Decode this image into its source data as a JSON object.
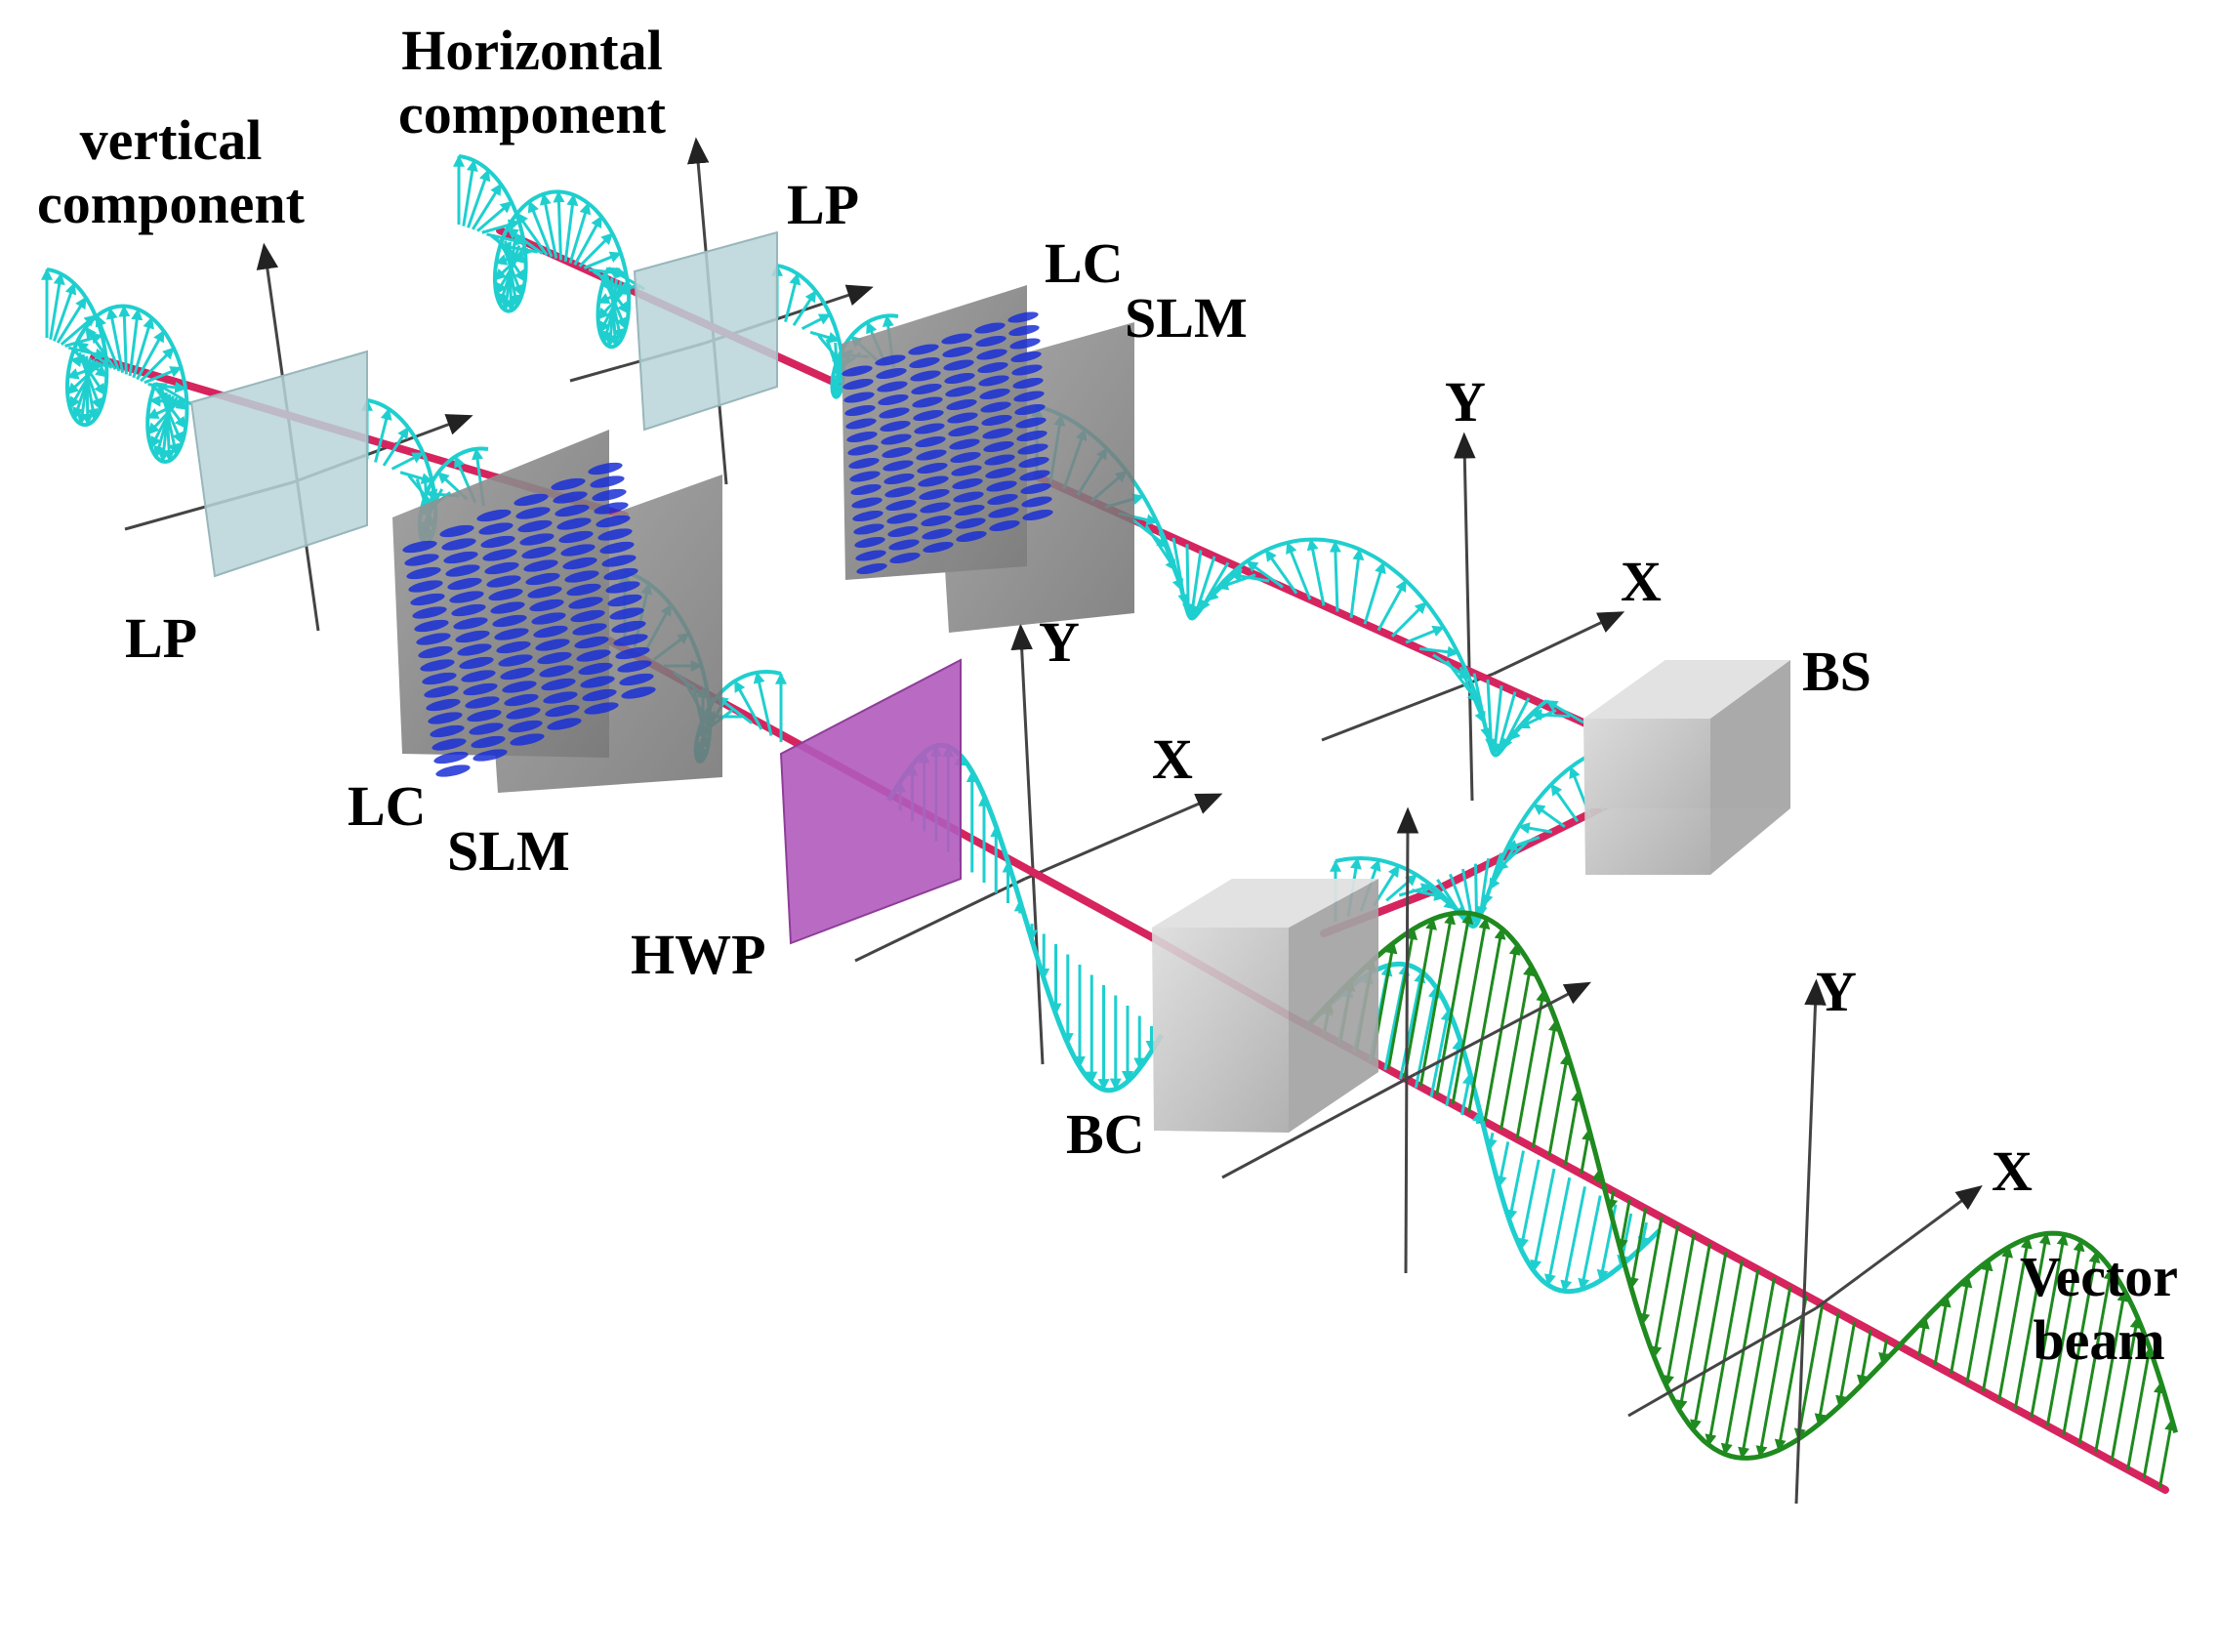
{
  "labels": {
    "vertical_component": [
      "vertical",
      "component"
    ],
    "horizontal_component": [
      "Horizontal",
      "component"
    ],
    "lp_left": "LP",
    "lp_top": "LP",
    "lc_top": "LC",
    "slm_top": "SLM",
    "lc_bottom": "LC",
    "slm_bottom": "SLM",
    "hwp": "HWP",
    "bc": "BC",
    "bs": "BS",
    "vector_beam": [
      "Vector",
      "beam"
    ],
    "axis_y_center": "Y",
    "axis_x_center": "X",
    "axis_y_right": "Y",
    "axis_x_right": "X",
    "axis_y_bottom": "Y",
    "axis_x_bottom": "X"
  },
  "colors": {
    "beam": "#d6245e",
    "cyan_wave": "#1fcfcf",
    "green_wave": "#1f8a1f",
    "lc_molecules": "#1a2fd6",
    "polarizer": "#b9d3d8",
    "slm_panel": "#8c8c8c",
    "hwp": "#b15bbd",
    "cube": "#c8c8c8",
    "axis": "#444444"
  }
}
